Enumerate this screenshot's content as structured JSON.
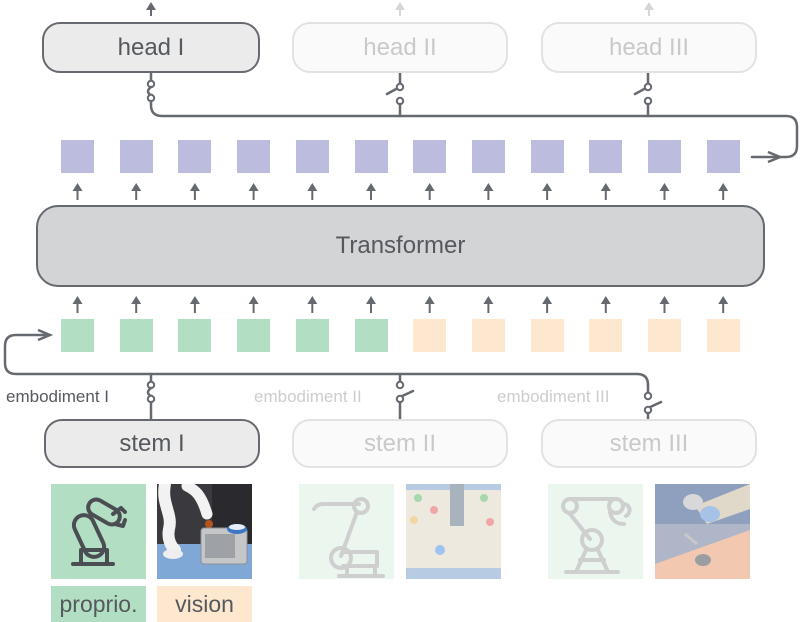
{
  "colors": {
    "line": "#666a70",
    "faded_line": "#d6d6d6",
    "output_token": "#bbbcde",
    "proprio_token": "#b2dfc3",
    "vision_token": "#fde8cf",
    "transformer_fill": "#d2d4d6"
  },
  "heads": [
    {
      "label": "head I",
      "active": true
    },
    {
      "label": "head II",
      "active": false
    },
    {
      "label": "head III",
      "active": false
    }
  ],
  "transformer": {
    "label": "Transformer"
  },
  "output_tokens": {
    "count": 12
  },
  "input_tokens": {
    "proprio_count": 6,
    "vision_count": 6
  },
  "embodiments": [
    {
      "label": "embodiment I",
      "active": true,
      "switch": "closed"
    },
    {
      "label": "embodiment II",
      "active": false,
      "switch": "open"
    },
    {
      "label": "embodiment III",
      "active": false,
      "switch": "open"
    }
  ],
  "stems": [
    {
      "label": "stem I",
      "active": true
    },
    {
      "label": "stem II",
      "active": false
    },
    {
      "label": "stem III",
      "active": false
    }
  ],
  "modalities": [
    {
      "label": "proprio.",
      "icon": "robot-arm-icon"
    },
    {
      "label": "vision",
      "icon": "camera-photo"
    }
  ]
}
